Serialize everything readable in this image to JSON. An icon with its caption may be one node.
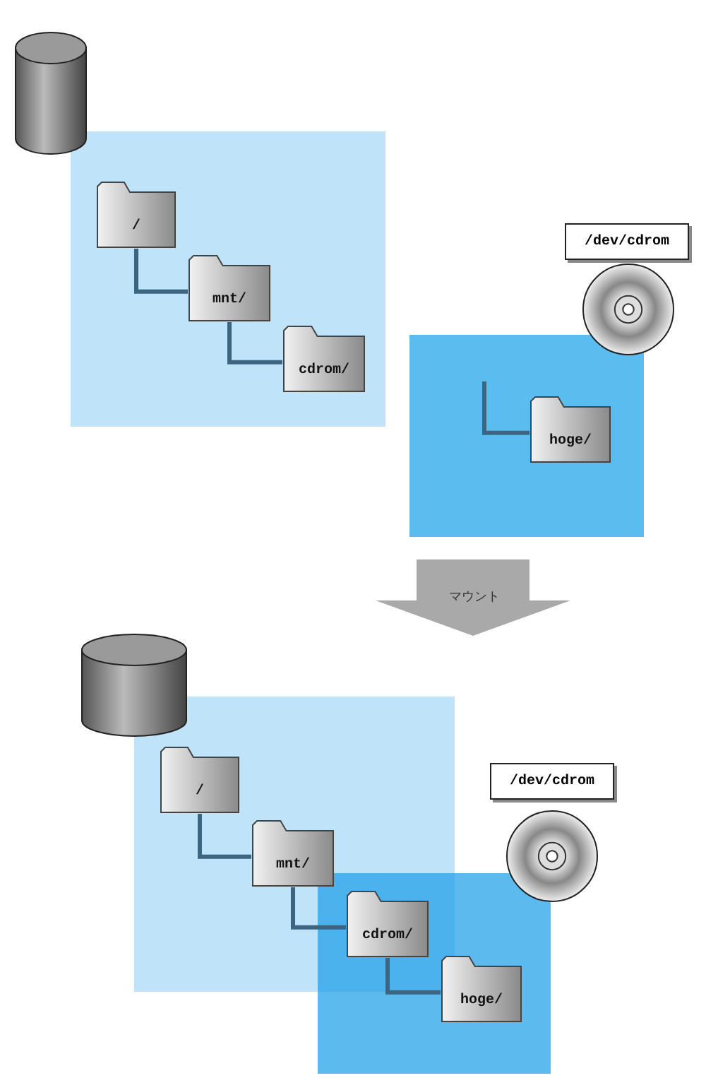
{
  "diagram": {
    "nodes": [
      {
        "text": [],
        "shape": "box"
      },
      {
        "text": [
          "/"
        ],
        "in": 0
      },
      {
        "text": [
          "mnt/"
        ],
        "in": 0
      },
      {
        "text": [
          "cdrom/"
        ],
        "in": 0
      },
      {
        "text": [
          "/dev/cdrom"
        ]
      },
      {
        "text": [],
        "shape": "box"
      },
      {
        "text": [
          "hoge/"
        ],
        "in": 5
      },
      {
        "text": [],
        "shape": "box"
      },
      {
        "text": [
          "/"
        ],
        "in": 7
      },
      {
        "text": [
          "mnt/"
        ],
        "in": 7
      },
      {
        "text": [
          "cdrom/"
        ]
      },
      {
        "text": [
          "/dev/cdrom"
        ]
      },
      {
        "text": [],
        "shape": "box"
      },
      {
        "text": [
          "hoge/"
        ],
        "in": 12
      }
    ],
    "edges": [
      {
        "from": 1,
        "to": 2,
        "arrow": "none"
      },
      {
        "from": 2,
        "to": 3,
        "arrow": "none"
      },
      {
        "from": null,
        "to": 6,
        "arrow": "none"
      },
      {
        "from": 8,
        "to": 9,
        "arrow": "none"
      },
      {
        "from": 9,
        "to": 10,
        "arrow": "none"
      },
      {
        "from": 10,
        "to": 13,
        "arrow": "none"
      }
    ],
    "labels": [
      "マウント"
    ]
  }
}
